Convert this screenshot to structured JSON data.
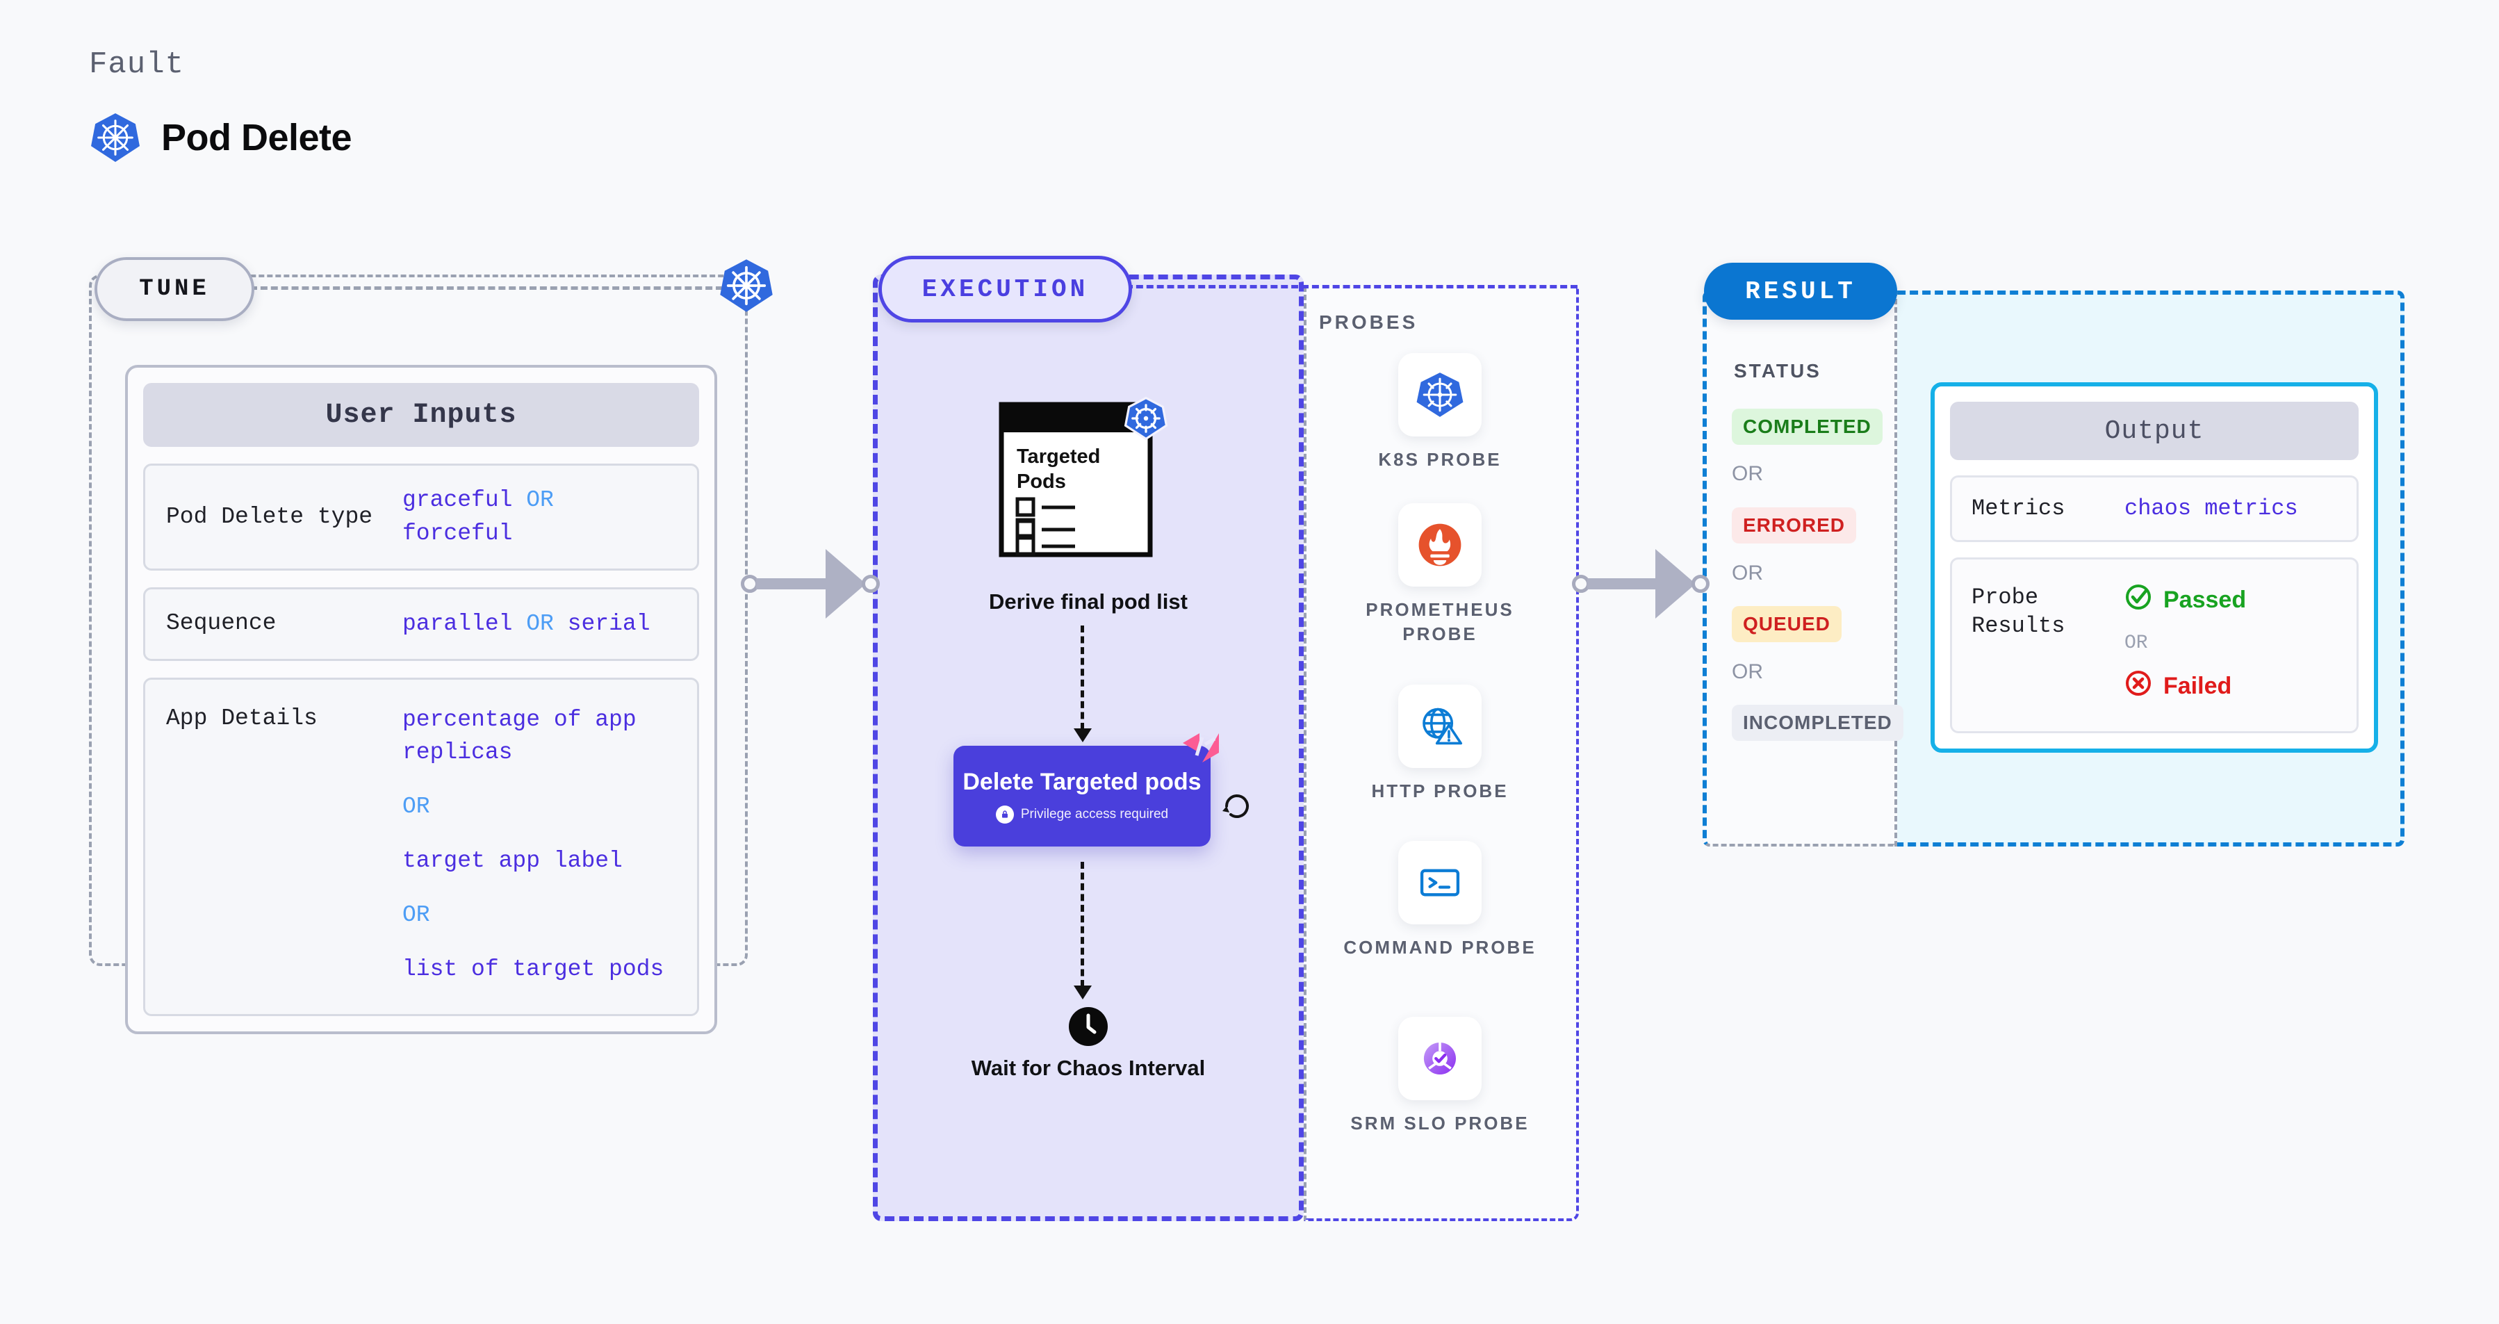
{
  "header": {
    "fault_label": "Fault",
    "fault_name": "Pod Delete",
    "logo_icon": "kubernetes-icon"
  },
  "colors": {
    "background": "#f8f9fb",
    "tune_border": "#9aa1b1",
    "execution_border": "#4f46e5",
    "execution_fill": "#e4e3fa",
    "result_border": "#0f7fd4",
    "result_fill": "#e9f8fd",
    "output_border": "#16b0e8",
    "value_purple": "#4b2ee0",
    "or_blue": "#4d9df5",
    "node_purple": "#4a3fdc",
    "chaos_pink": "#fc5c94",
    "k8s_blue": "#3069de",
    "passed_green": "#18a321",
    "failed_red": "#e01b1b"
  },
  "tune": {
    "badge": "TUNE",
    "k8s_icon": "kubernetes-icon",
    "card": {
      "title": "User Inputs",
      "rows": [
        {
          "label": "Pod Delete type",
          "values": [
            "graceful",
            "forceful"
          ],
          "separator": "OR",
          "inline": true
        },
        {
          "label": "Sequence",
          "values": [
            "parallel",
            "serial"
          ],
          "separator": "OR",
          "inline": true
        },
        {
          "label": "App Details",
          "values": [
            "percentage of app replicas",
            "target app label",
            "list of target pods"
          ],
          "separator": "OR",
          "inline": false
        }
      ]
    }
  },
  "execution": {
    "badge": "EXECUTION",
    "targeted_pods_card": {
      "title": "Targeted Pods",
      "icon": "checklist-card-icon",
      "k8s_icon": "kubernetes-icon",
      "checkbox_count": 3
    },
    "derive_label": "Derive final pod list",
    "delete_node": {
      "title": "Delete Targeted pods",
      "privilege_text": "Privilege access required",
      "lock_icon": "lock-icon",
      "chaos_icon": "harness-chaos-icon",
      "retry_icon": "retry-loop-icon"
    },
    "wait_node": {
      "icon": "clock-icon",
      "label": "Wait for Chaos Interval"
    }
  },
  "probes": {
    "label": "PROBES",
    "items": [
      {
        "caption": "K8S PROBE",
        "icon": "kubernetes-icon"
      },
      {
        "caption": "PROMETHEUS PROBE",
        "icon": "prometheus-icon"
      },
      {
        "caption": "HTTP PROBE",
        "icon": "http-globe-warning-icon"
      },
      {
        "caption": "COMMAND PROBE",
        "icon": "terminal-icon"
      },
      {
        "caption": "SRM SLO PROBE",
        "icon": "srm-slo-donut-icon"
      }
    ]
  },
  "result": {
    "badge": "RESULT",
    "status_label": "STATUS",
    "or_label": "OR",
    "statuses": [
      {
        "text": "COMPLETED",
        "bg": "#ddf6dd",
        "fg": "#1a7d1a"
      },
      {
        "text": "ERRORED",
        "bg": "#fce9e9",
        "fg": "#cf2020"
      },
      {
        "text": "QUEUED",
        "bg": "#fdedc4",
        "fg": "#cf2020"
      },
      {
        "text": "INCOMPLETED",
        "bg": "#eceef4",
        "fg": "#5b6070"
      }
    ],
    "output": {
      "title": "Output",
      "metrics_label": "Metrics",
      "metrics_value": "chaos metrics",
      "probe_results_label": "Probe Results",
      "passed_text": "Passed",
      "failed_text": "Failed",
      "or_label": "OR",
      "passed_icon": "check-circle-icon",
      "failed_icon": "x-circle-icon"
    }
  }
}
